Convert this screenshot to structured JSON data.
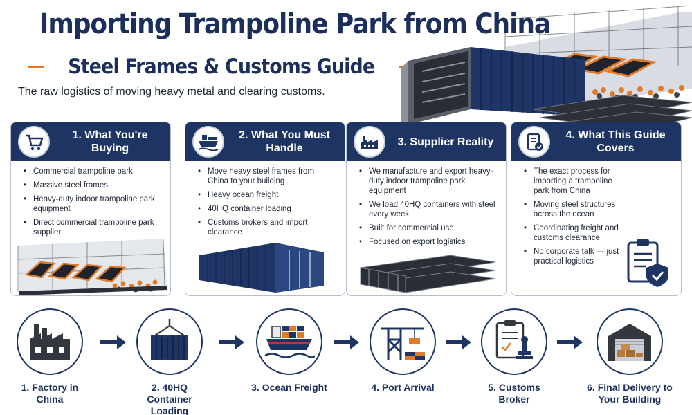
{
  "header": {
    "title": "Importing Trampoline Park from China",
    "subtitle": "Steel Frames & Customs Guide",
    "tagline": "The raw logistics of moving heavy metal and clearing customs."
  },
  "colors": {
    "navy": "#1e3564",
    "accent_orange": "#e07b2a",
    "text_dark": "#1d2533"
  },
  "cards": [
    {
      "title": "1. What You're Buying",
      "icon": "shopping-cart-icon",
      "items": [
        "Commercial trampoline park",
        "Massive steel frames",
        "Heavy-duty indoor trampoline park equipment",
        "Direct commercial trampoline park supplier"
      ]
    },
    {
      "title": "2. What You Must Handle",
      "icon": "cargo-ship-icon",
      "items": [
        "Move heavy steel frames from China to your building",
        "Heavy ocean freight",
        "40HQ container loading",
        "Customs brokers and import clearance"
      ]
    },
    {
      "title": "3. Supplier Reality",
      "icon": "factory-icon",
      "items": [
        "We manufacture and export heavy-duty indoor trampoline park equipment",
        "We load 40HQ containers with steel every week",
        "Built for commercial use",
        "Focused on export logistics"
      ]
    },
    {
      "title": "4. What This Guide Covers",
      "icon": "checklist-icon",
      "items": [
        "The exact process for importing a trampoline park from China",
        "Moving steel structures across the ocean",
        "Coordinating freight and customs clearance",
        "No corporate talk — just practical logistics"
      ]
    }
  ],
  "steps": [
    {
      "label": "1. Factory in China",
      "icon": "factory-icon"
    },
    {
      "label": "2. 40HQ Container Loading",
      "icon": "container-crane-icon"
    },
    {
      "label": "3. Ocean Freight",
      "icon": "cargo-ship-icon"
    },
    {
      "label": "4. Port Arrival",
      "icon": "port-crane-icon"
    },
    {
      "label": "5. Customs Broker",
      "icon": "customs-stamp-icon"
    },
    {
      "label": "6. Final Delivery to Your Building",
      "icon": "warehouse-icon"
    }
  ]
}
